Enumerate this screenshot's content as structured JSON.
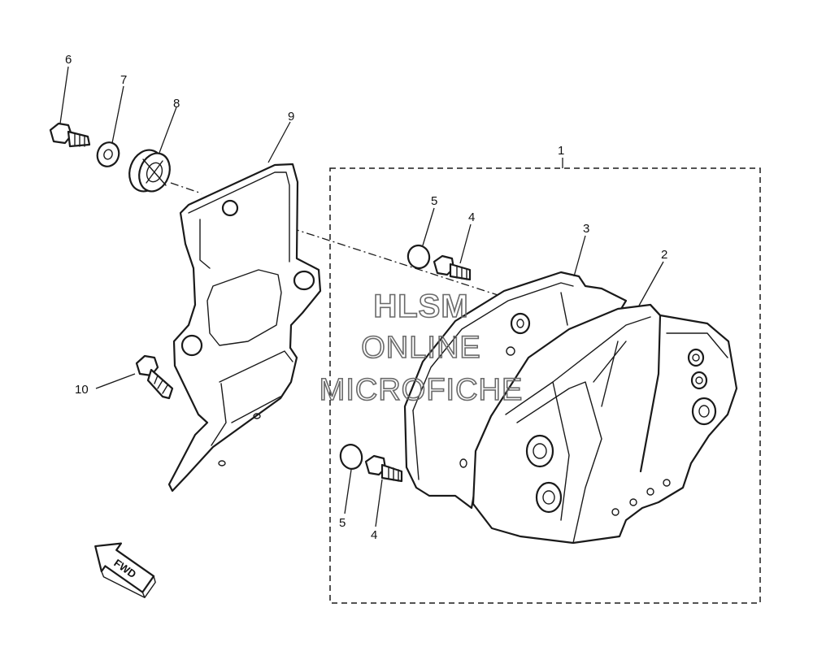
{
  "callouts": {
    "c1": "1",
    "c2": "2",
    "c3": "3",
    "c4a": "4",
    "c4b": "4",
    "c5a": "5",
    "c5b": "5",
    "c6": "6",
    "c7": "7",
    "c8": "8",
    "c9": "9",
    "c10": "10"
  },
  "watermark": {
    "line1": "HLSM",
    "line2": "ONLINE",
    "line3": "MICROFICHE"
  },
  "direction_label": "FWD"
}
